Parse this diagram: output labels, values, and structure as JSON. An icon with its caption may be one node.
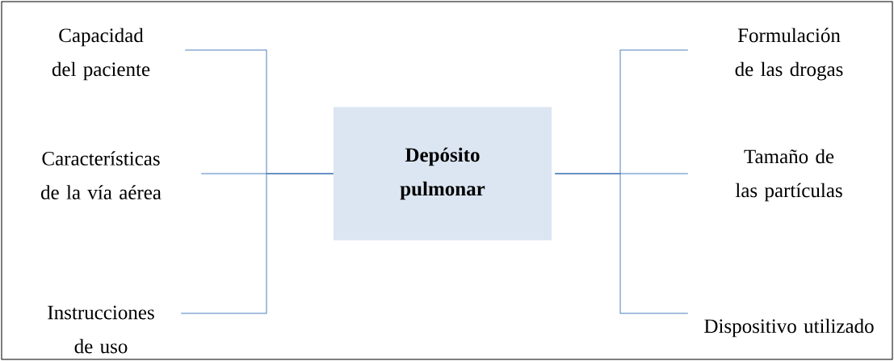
{
  "diagram": {
    "nodes": [
      {
        "text": [
          "Capacidad del paciente"
        ]
      },
      {
        "text": [
          "Características de la vía aérea"
        ]
      },
      {
        "text": [
          "Instrucciones de uso"
        ]
      },
      {
        "text": [
          "**Depósito pulmonar**"
        ]
      },
      {
        "text": [
          "Formulación de las drogas"
        ]
      },
      {
        "text": [
          "Tamaño de las partículas"
        ]
      },
      {
        "text": [
          "Dispositivo utilizado"
        ]
      }
    ],
    "edges": [
      {
        "from": 0,
        "to": 3,
        "arrow": "none"
      },
      {
        "from": 1,
        "to": 3,
        "arrow": "none"
      },
      {
        "from": 2,
        "to": 3,
        "arrow": "none"
      },
      {
        "from": 3,
        "to": 4,
        "arrow": "none"
      },
      {
        "from": 3,
        "to": 5,
        "arrow": "none"
      },
      {
        "from": 3,
        "to": 6,
        "arrow": "none"
      }
    ]
  }
}
